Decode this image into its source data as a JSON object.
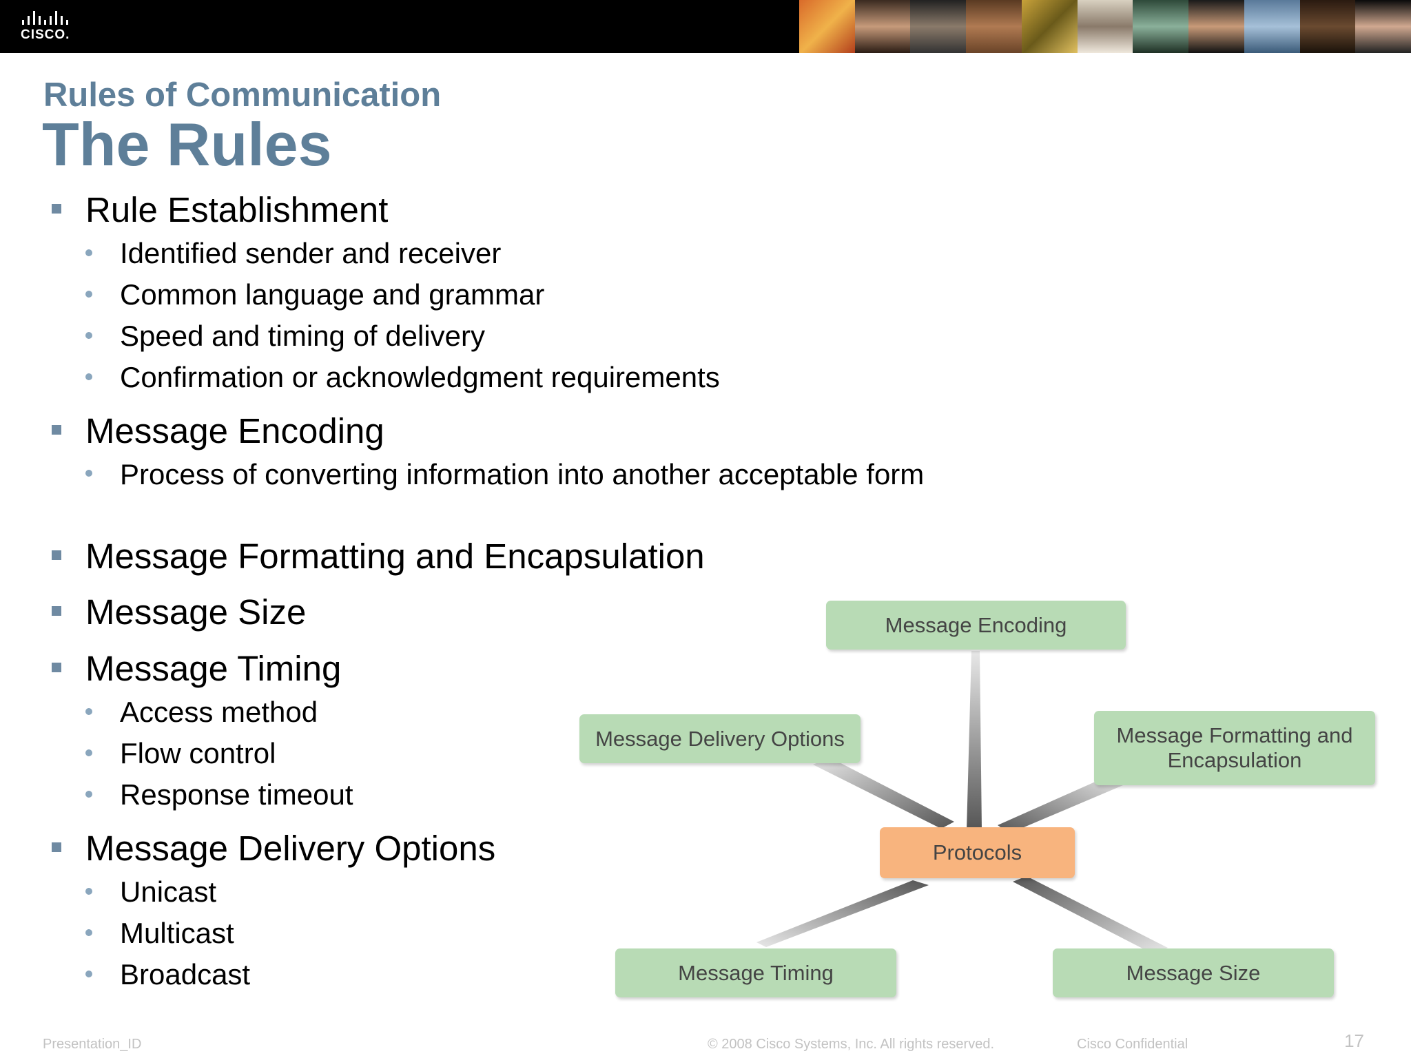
{
  "header": {
    "logo_text": "CISCO."
  },
  "slide": {
    "subtitle": "Rules of Communication",
    "title": "The Rules"
  },
  "bullets": {
    "rule_establishment": "Rule Establishment",
    "sender_receiver": "Identified sender and receiver",
    "language": "Common language and grammar",
    "speed": "Speed and timing of delivery",
    "confirmation": "Confirmation or acknowledgment requirements",
    "encoding": "Message Encoding",
    "encoding_desc": "Process of converting information into another acceptable form",
    "formatting": "Message Formatting and Encapsulation",
    "size": "Message Size",
    "timing": "Message Timing",
    "access": "Access method",
    "flow": "Flow control",
    "response": "Response timeout",
    "delivery": "Message Delivery Options",
    "unicast": "Unicast",
    "multicast": "Multicast",
    "broadcast": "Broadcast"
  },
  "diagram": {
    "center": "Protocols",
    "encoding": "Message Encoding",
    "delivery": "Message Delivery Options",
    "formatting": "Message Formatting and Encapsulation",
    "timing": "Message Timing",
    "size": "Message Size",
    "colors": {
      "node": "#b8dbb5",
      "center": "#f8b47e"
    }
  },
  "footer": {
    "presentation_id": "Presentation_ID",
    "copyright": "© 2008 Cisco Systems, Inc. All rights reserved.",
    "confidential": "Cisco Confidential",
    "page_number": "17"
  }
}
